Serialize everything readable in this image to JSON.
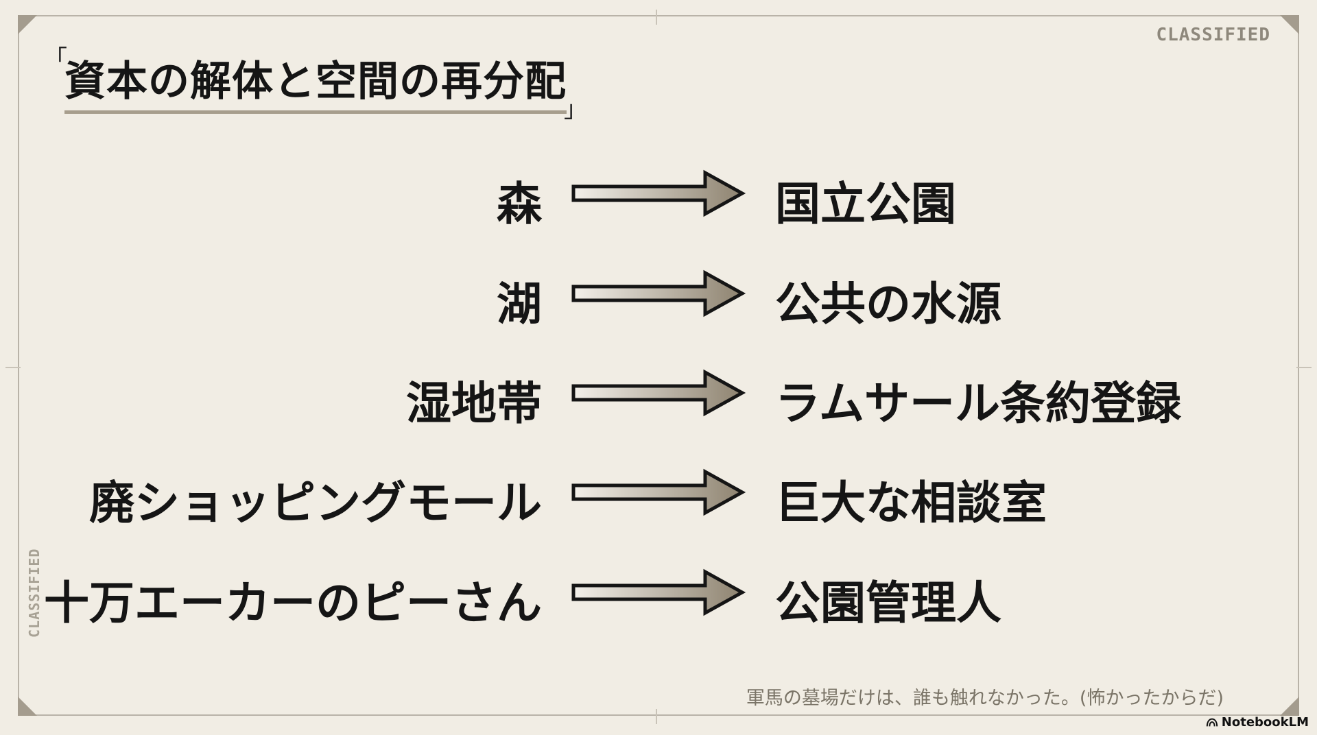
{
  "title": "資本の解体と空間の再分配",
  "bracket_open": "「",
  "bracket_close": "」",
  "stamp_top": "CLASSIFIED",
  "stamp_side": "CLASSIFIED",
  "rows": [
    {
      "from": "森",
      "to": "国立公園"
    },
    {
      "from": "湖",
      "to": "公共の水源"
    },
    {
      "from": "湿地帯",
      "to": "ラムサール条約登録"
    },
    {
      "from": "廃ショッピングモール",
      "to": "巨大な相談室"
    },
    {
      "from": "十万エーカーのピーさん",
      "to": "公園管理人"
    }
  ],
  "footer_note": "軍馬の墓場だけは、誰も触れなかった。(怖かったからだ)",
  "brand": "NotebookLM",
  "colors": {
    "background": "#f1ede4",
    "text": "#151515",
    "arrow_dark": "#8e8370",
    "arrow_light": "#f3f0ea",
    "title_underline": "#a79e8d"
  }
}
